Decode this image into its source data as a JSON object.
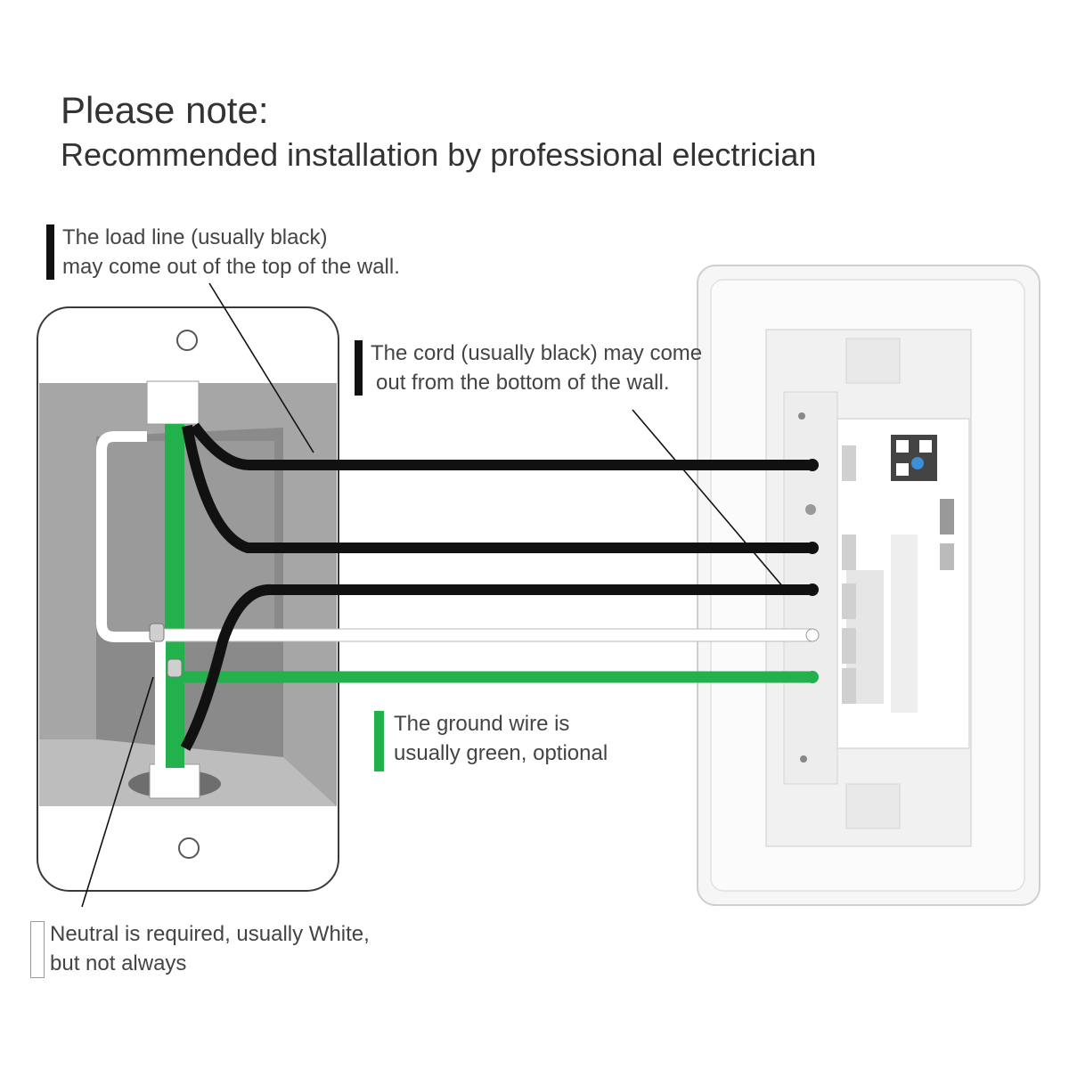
{
  "heading": {
    "title": "Please note:",
    "subtitle": "Recommended installation by professional electrician"
  },
  "callouts": {
    "load_line": {
      "line1": "The load line (usually black)",
      "line2": "may come out of the top of the wall.",
      "color": "#111111"
    },
    "cord": {
      "line1": "The cord (usually black) may come",
      "line2": "out from the bottom of the wall.",
      "color": "#111111"
    },
    "ground": {
      "line1": "The ground wire is",
      "line2": "usually green, optional",
      "color": "#22b14c"
    },
    "neutral": {
      "line1": "Neutral is required, usually White,",
      "line2": "but not always",
      "color": "#ffffff"
    }
  },
  "wire_colors": {
    "line": "#111111",
    "neutral": "#ffffff",
    "ground": "#22b14c"
  }
}
